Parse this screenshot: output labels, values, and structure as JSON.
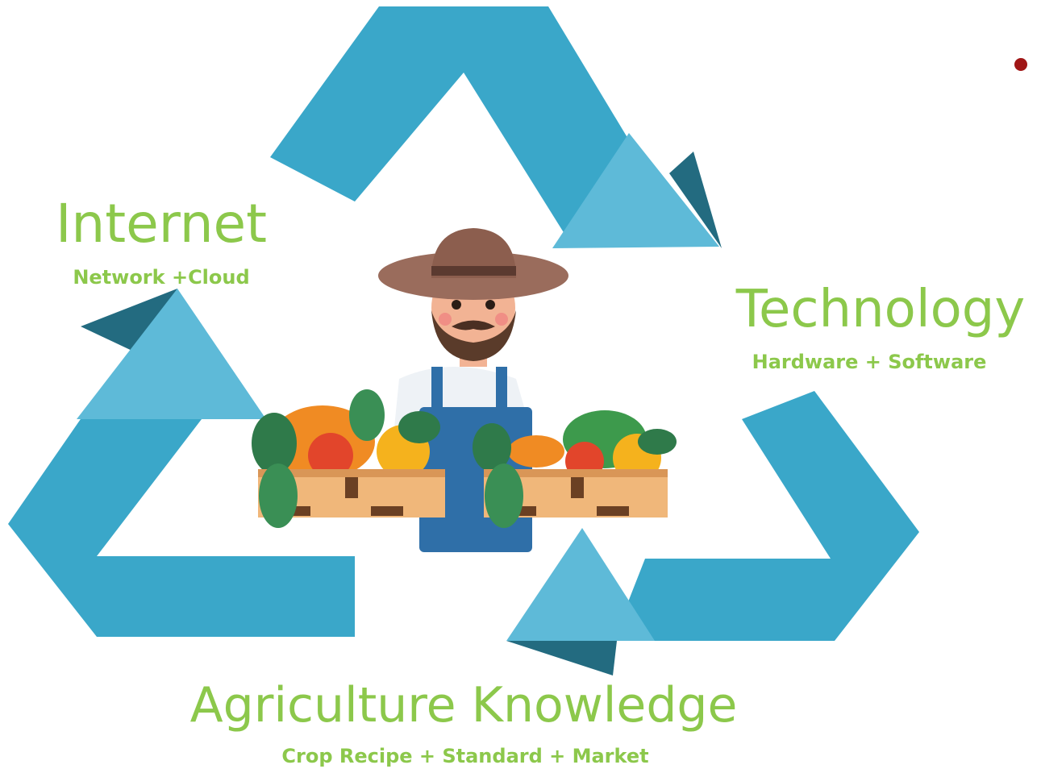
{
  "nodes": [
    {
      "id": "internet",
      "title": "Internet",
      "subtitle": "Network +Cloud"
    },
    {
      "id": "technology",
      "title": "Technology",
      "subtitle": "Hardware + Software"
    },
    {
      "id": "agriculture",
      "title": "Agriculture Knowledge",
      "subtitle": "Crop Recipe + Standard + Market"
    }
  ],
  "colors": {
    "arrow_main": "#3aa7c9",
    "arrow_light": "#5ebad8",
    "arrow_dark": "#236b80",
    "label_green": "#8cc84b",
    "bullet": "#a01616"
  },
  "icons": {
    "center_figure": "farmer-with-vegetable-crates-icon",
    "bullet": "bullet-dot-icon"
  }
}
